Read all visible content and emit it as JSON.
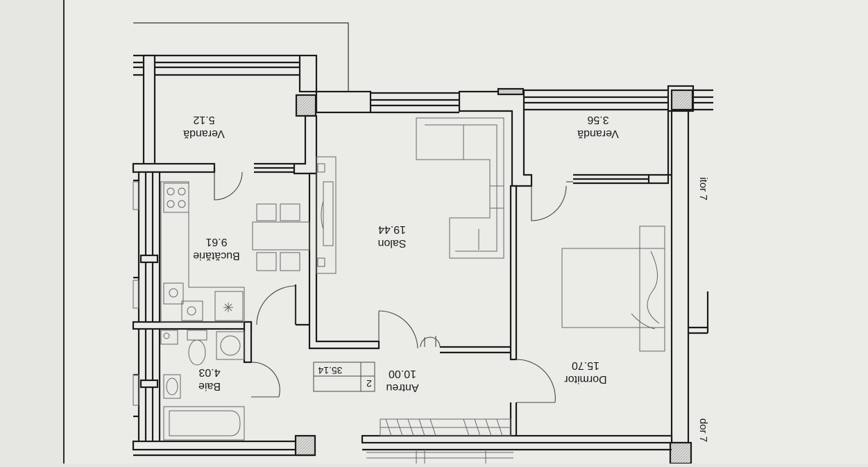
{
  "plan": {
    "rooms": [
      {
        "id": "veranda-left",
        "name": "Verandă",
        "area": "5.12"
      },
      {
        "id": "veranda-right",
        "name": "Verandă",
        "area": "3.56"
      },
      {
        "id": "salon",
        "name": "Salon",
        "area": "19.44"
      },
      {
        "id": "bucatarie",
        "name": "Bucătărie",
        "area": "9.61"
      },
      {
        "id": "baie",
        "name": "Baie",
        "area": "4.03"
      },
      {
        "id": "antreu",
        "name": "Antreu",
        "area": "10.00"
      },
      {
        "id": "dormitor",
        "name": "Dormitor",
        "area": "15.70"
      }
    ],
    "apartment_box": {
      "number": "2",
      "total_area": "35.14"
    },
    "edge_fragments": [
      "itor 7",
      "dor 7"
    ]
  },
  "colors": {
    "paper": "#e6e6e3",
    "panel": "#ebebe8",
    "wall": "#1a1a1a",
    "hatch": "#b0b0b0",
    "furniture": "#555555"
  }
}
